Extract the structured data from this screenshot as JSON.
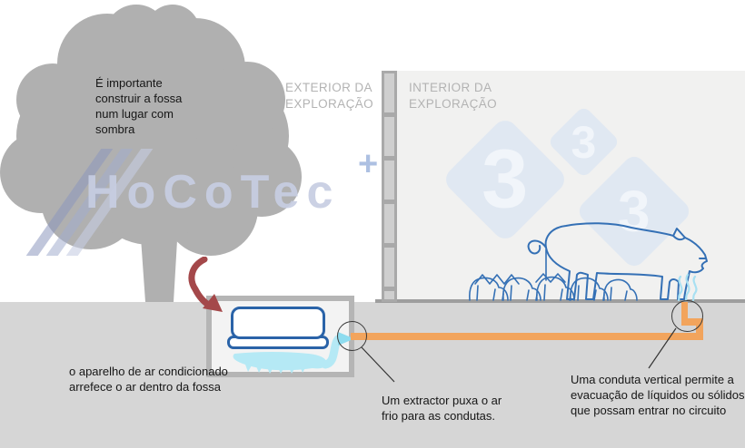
{
  "labels": {
    "exterior": "EXTERIOR DA EXPLORAÇÃO",
    "interior": "INTERIOR DA EXPLORAÇÃO"
  },
  "annotations": {
    "shade_note": "É importante construir a fossa num lugar com sombra",
    "ac_note": "o aparelho de ar condicionado arrefece o ar dentro da fossa",
    "extractor_note": "Um extractor puxa o ar frio para as condutas.",
    "duct_note": "Uma conduta vertical permite a evacuação de líquidos ou sólidos que possam entrar no circuito"
  },
  "watermark": {
    "logo_text": "HoCoTec",
    "logo_plus": "+",
    "diamond_badges": [
      "3",
      "3",
      "3"
    ]
  },
  "colors": {
    "sketch_blue": "#3470b5",
    "ac_blue": "#2a63a8",
    "cold_air": "#b5e9f5",
    "cold_air_dark": "#8edcef",
    "warm_air_red": "#a4484a",
    "duct_orange": "#f2a45c",
    "tree_gray": "#b0b0b0",
    "ground_gray": "#d6d6d6",
    "watermark_blue": "#e0e8f2"
  }
}
